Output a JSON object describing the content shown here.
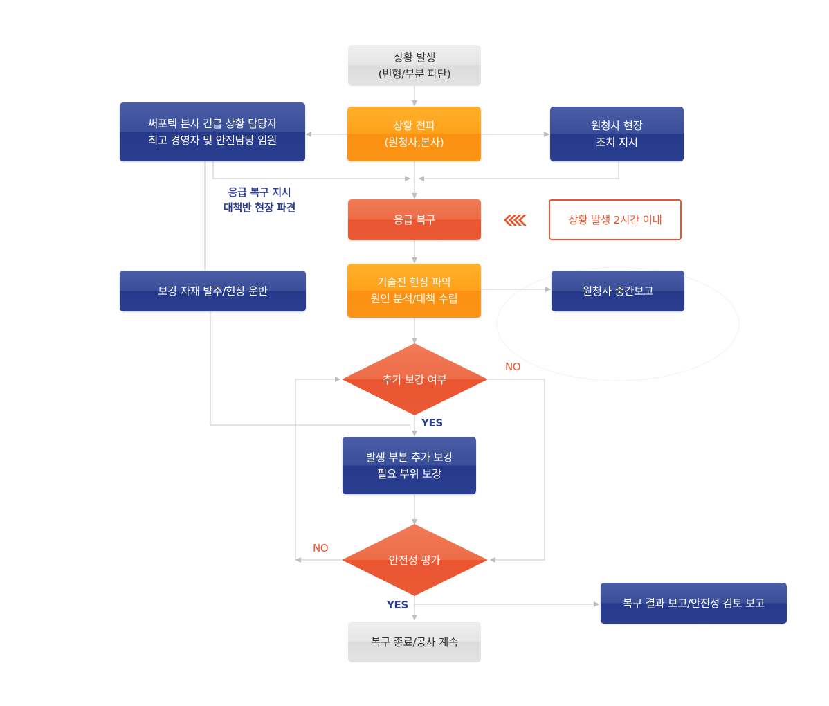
{
  "nodes": {
    "occurrence": {
      "lines": [
        "상황 발생",
        "(변형/부분 파단)"
      ]
    },
    "propagation": {
      "lines": [
        "상황 전파",
        "(원청사,본사)"
      ]
    },
    "hq_contacts": {
      "lines": [
        "써포텍 본사 긴급 상황 담당자",
        "최고 경영자 및 안전담당 임원"
      ]
    },
    "client_order": {
      "lines": [
        "원청사 현장",
        "조치 지시"
      ]
    },
    "emergency_recovery": {
      "label": "응급 복구"
    },
    "time_limit": {
      "label": "상황 발생 2시간 이내"
    },
    "tech_survey": {
      "lines": [
        "기술진 현장 파악",
        "원인 분석/대책 수립"
      ]
    },
    "interim_report": {
      "label": "원청사 중간보고"
    },
    "material_order": {
      "label": "보강 자재 발주/현장 운반"
    },
    "additional_reinforcement_q": {
      "label": "추가 보강 여부"
    },
    "reinforcement_work": {
      "lines": [
        "발생 부분 추가 보강",
        "필요 부위 보강"
      ]
    },
    "safety_evaluation": {
      "label": "안전성  평가"
    },
    "completion": {
      "label": "복구 종료/공사 계속"
    },
    "result_report": {
      "label": "복구 결과 보고/안전성 검토 보고"
    }
  },
  "notes": {
    "emergency_instruction": [
      "응급 복구 지시",
      "대책반 현장 파견"
    ]
  },
  "edge_labels": {
    "q1_no": "NO",
    "q1_yes": "YES",
    "q2_no": "NO",
    "q2_yes": "YES"
  },
  "colors": {
    "gray": "#e3e3e3",
    "orange": "#fb9416",
    "red": "#e9552f",
    "navy": "#2a3e8f",
    "line": "#c4c4c4",
    "blue_text": "#2a3d8f"
  }
}
